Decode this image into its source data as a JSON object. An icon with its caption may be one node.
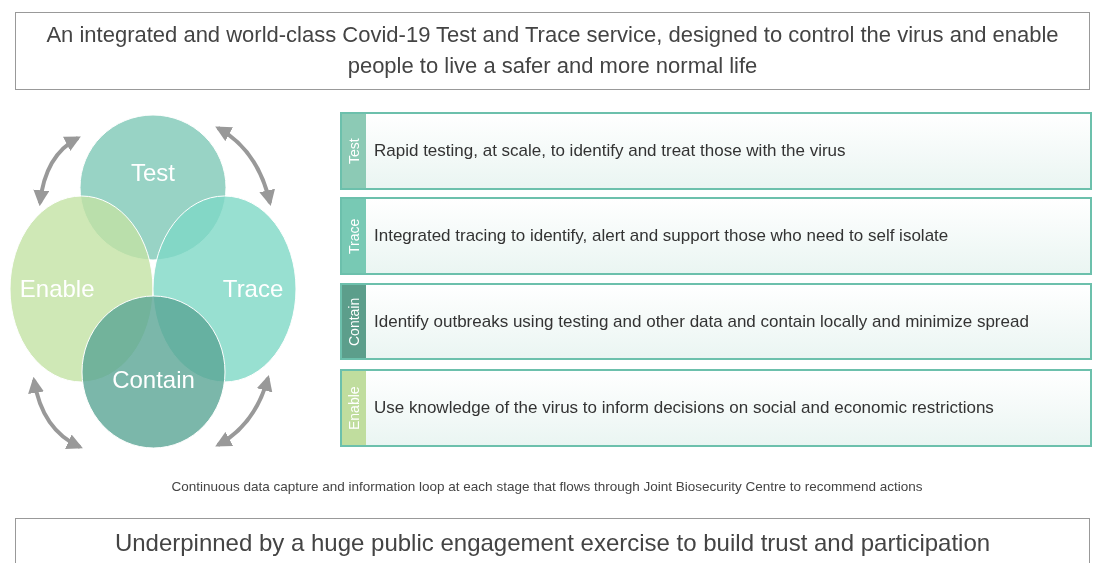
{
  "diagram": {
    "nodes": [
      {
        "text": [
          "An integrated and world-class Covid-19 Test and Trace service, designed to control the virus and enable people to live a safer and more normal life"
        ]
      },
      {
        "text": [
          "Test"
        ]
      },
      {
        "text": [
          "Enable"
        ]
      },
      {
        "text": [
          "Trace"
        ]
      },
      {
        "text": [
          "Contain"
        ]
      },
      {
        "text": [
          "Test",
          "Rapid testing, at scale, to identify and treat those with the virus"
        ]
      },
      {
        "text": [
          "Trace",
          "Integrated tracing to identify, alert and support those who need to self isolate"
        ]
      },
      {
        "text": [
          "Contain",
          "Identify outbreaks using testing and other data and contain locally and minimize spread"
        ]
      },
      {
        "text": [
          "Enable",
          "Use knowledge of the virus to inform decisions on social and economic restrictions"
        ]
      },
      {
        "text": [
          "Underpinned by a huge public engagement exercise to build trust and participation"
        ]
      }
    ],
    "edges": [
      {
        "from": 2,
        "to": 1,
        "arrow": "both"
      },
      {
        "from": 1,
        "to": 3,
        "arrow": "both"
      },
      {
        "from": 3,
        "to": 4,
        "arrow": "both"
      },
      {
        "from": 4,
        "to": 2,
        "arrow": "both"
      }
    ],
    "labels": [
      "Continuous data capture and information loop at each stage that flows through Joint Biosecurity Centre to recommend actions"
    ]
  }
}
